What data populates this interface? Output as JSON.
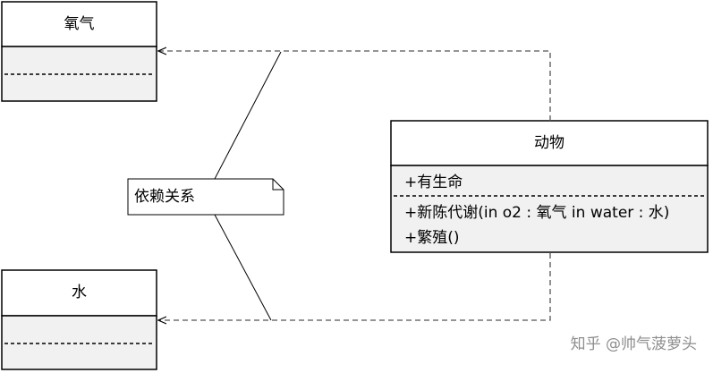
{
  "diagram": {
    "classes": {
      "oxygen": {
        "name": "氧气"
      },
      "water": {
        "name": "水"
      },
      "animal": {
        "name": "动物",
        "attributes": [
          "+有生命"
        ],
        "methods": [
          "+新陈代谢(in o2 : 氧气 in water : 水)",
          "+繁殖()"
        ]
      }
    },
    "note": {
      "text": "依赖关系"
    },
    "relationships": [
      {
        "type": "dependency",
        "from": "动物",
        "to": "氧气"
      },
      {
        "type": "dependency",
        "from": "动物",
        "to": "水"
      }
    ]
  },
  "watermark": {
    "text": "知乎 @帅气菠萝头"
  }
}
